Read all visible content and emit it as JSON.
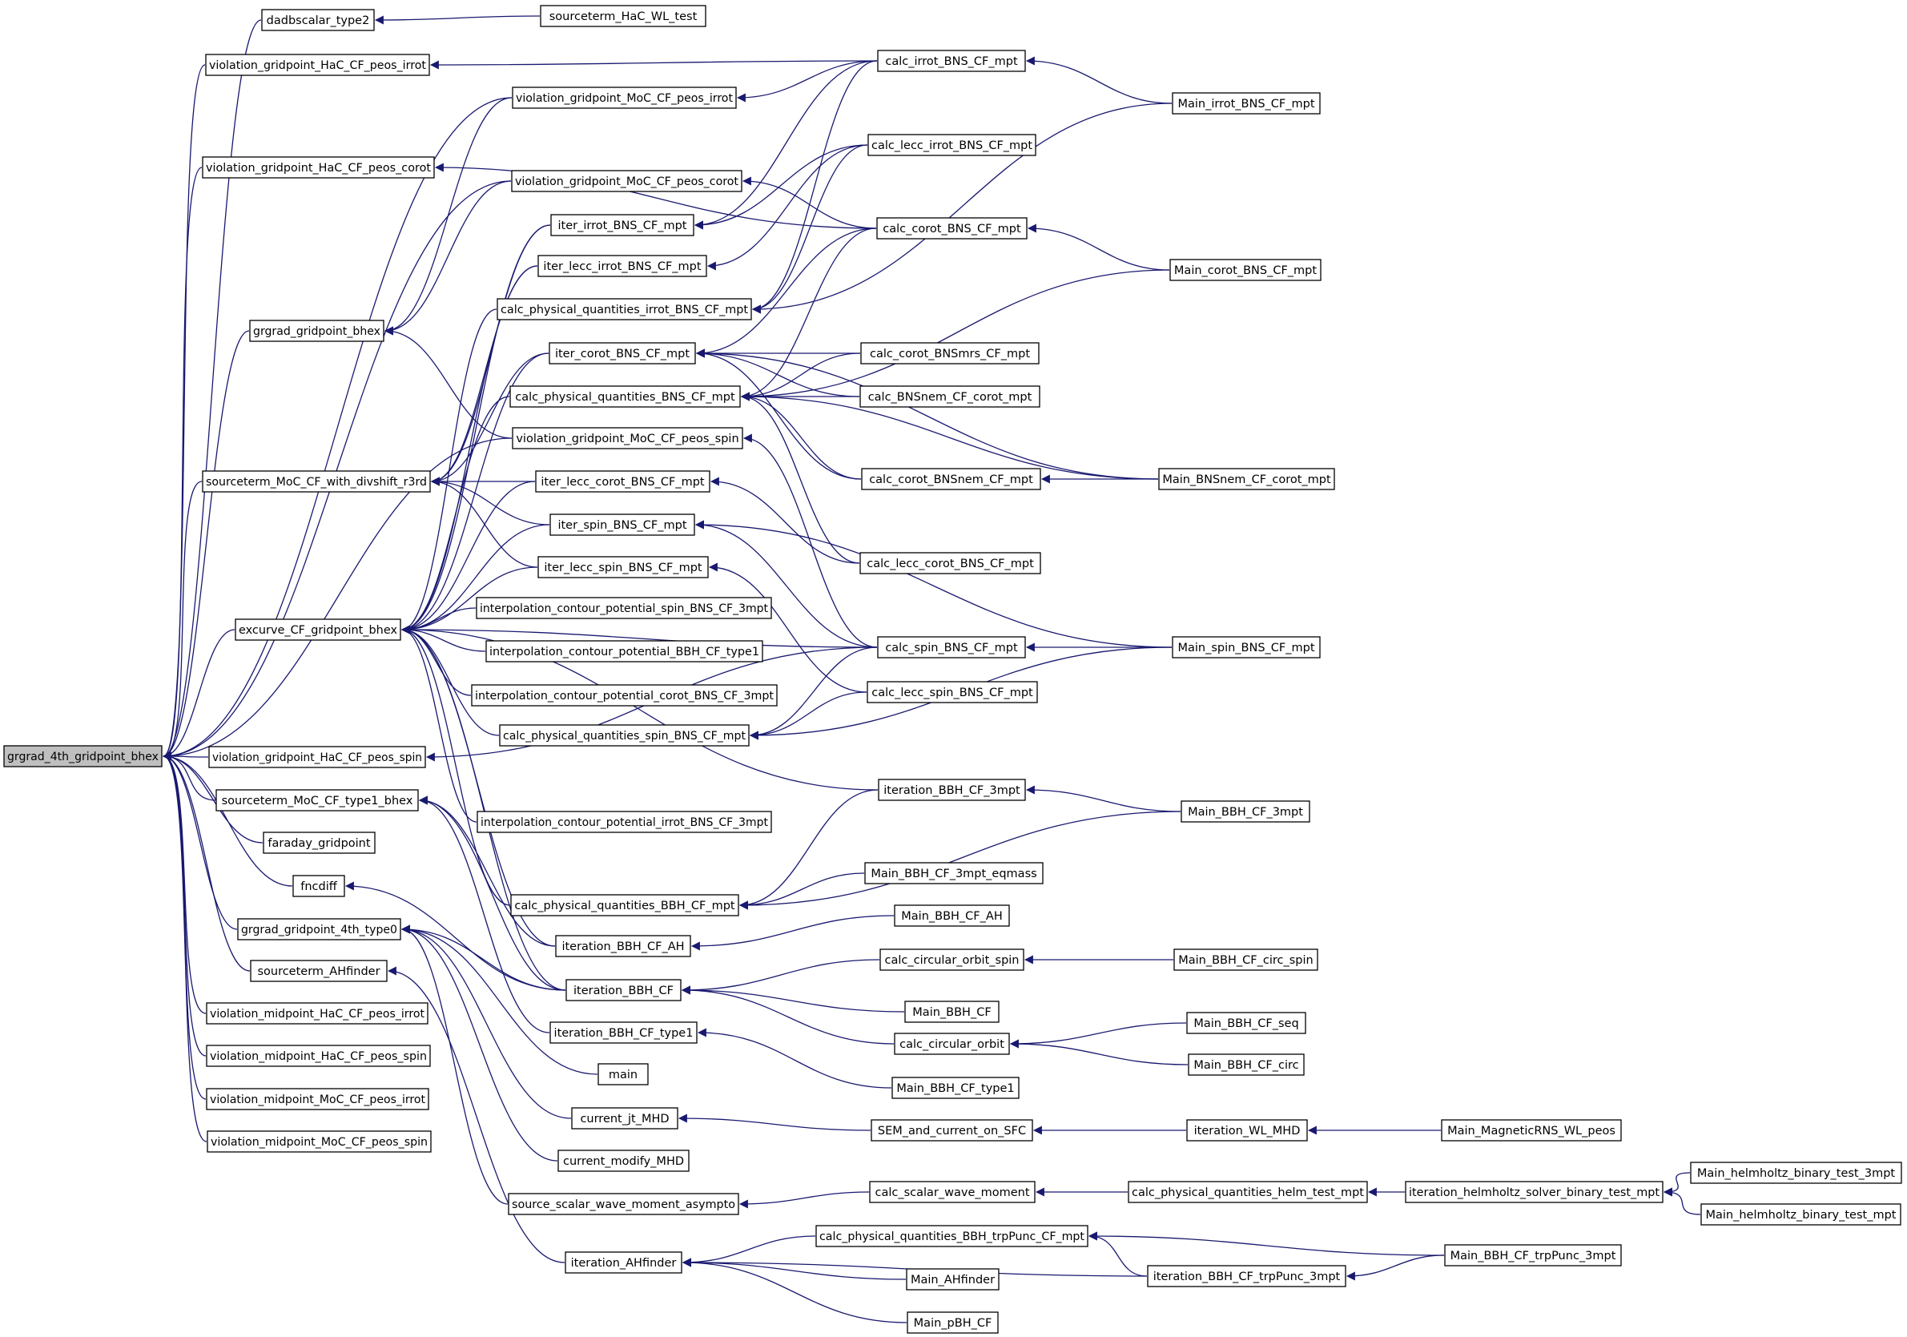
{
  "colors": {
    "edge": "#191970",
    "node_fill": "#ffffff",
    "root_fill": "#bfbfbf",
    "node_border": "#000000"
  },
  "nodes": {
    "root": "grgrad_4th_gridpoint_bhex",
    "dadbscalar_type2": "dadbscalar_type2",
    "sourceterm_HaC_WL_test": "sourceterm_HaC_WL_test",
    "vg_HaC_irrot": "violation_gridpoint_HaC_CF_peos_irrot",
    "calc_irrot_BNS_CF_mpt": "calc_irrot_BNS_CF_mpt",
    "vg_MoC_irrot": "violation_gridpoint_MoC_CF_peos_irrot",
    "Main_irrot_BNS_CF_mpt": "Main_irrot_BNS_CF_mpt",
    "calc_lecc_irrot_BNS_CF_mpt": "calc_lecc_irrot_BNS_CF_mpt",
    "vg_HaC_corot": "violation_gridpoint_HaC_CF_peos_corot",
    "vg_MoC_corot": "violation_gridpoint_MoC_CF_peos_corot",
    "iter_irrot_BNS_CF_mpt": "iter_irrot_BNS_CF_mpt",
    "calc_corot_BNS_CF_mpt": "calc_corot_BNS_CF_mpt",
    "iter_lecc_irrot_BNS_CF_mpt": "iter_lecc_irrot_BNS_CF_mpt",
    "Main_corot_BNS_CF_mpt": "Main_corot_BNS_CF_mpt",
    "cpq_irrot_BNS": "calc_physical_quantities_irrot_BNS_CF_mpt",
    "grgrad_gridpoint_bhex": "grgrad_gridpoint_bhex",
    "iter_corot_BNS_CF_mpt": "iter_corot_BNS_CF_mpt",
    "calc_corot_BNSmrs_CF_mpt": "calc_corot_BNSmrs_CF_mpt",
    "cpq_BNS": "calc_physical_quantities_BNS_CF_mpt",
    "calc_BNSnem_CF_corot_mpt": "calc_BNSnem_CF_corot_mpt",
    "vg_MoC_spin": "violation_gridpoint_MoC_CF_peos_spin",
    "sourceterm_MoC_divshift": "sourceterm_MoC_CF_with_divshift_r3rd",
    "iter_lecc_corot_BNS_CF_mpt": "iter_lecc_corot_BNS_CF_mpt",
    "calc_corot_BNSnem_CF_mpt": "calc_corot_BNSnem_CF_mpt",
    "Main_BNSnem_CF_corot_mpt": "Main_BNSnem_CF_corot_mpt",
    "iter_spin_BNS_CF_mpt": "iter_spin_BNS_CF_mpt",
    "iter_lecc_spin_BNS_CF_mpt": "iter_lecc_spin_BNS_CF_mpt",
    "calc_lecc_corot_BNS_CF_mpt": "calc_lecc_corot_BNS_CF_mpt",
    "ic_spin_BNS": "interpolation_contour_potential_spin_BNS_CF_3mpt",
    "excurve": "excurve_CF_gridpoint_bhex",
    "calc_spin_BNS_CF_mpt": "calc_spin_BNS_CF_mpt",
    "Main_spin_BNS_CF_mpt": "Main_spin_BNS_CF_mpt",
    "ic_BBH": "interpolation_contour_potential_BBH_CF_type1",
    "ic_corot_BNS": "interpolation_contour_potential_corot_BNS_CF_3mpt",
    "calc_lecc_spin_BNS_CF_mpt": "calc_lecc_spin_BNS_CF_mpt",
    "cpq_spin_BNS": "calc_physical_quantities_spin_BNS_CF_mpt",
    "vg_HaC_spin": "violation_gridpoint_HaC_CF_peos_spin",
    "iteration_BBH_CF_3mpt": "iteration_BBH_CF_3mpt",
    "sourceterm_MoC_type1": "sourceterm_MoC_CF_type1_bhex",
    "Main_BBH_CF_3mpt": "Main_BBH_CF_3mpt",
    "ic_irrot_BNS": "interpolation_contour_potential_irrot_BNS_CF_3mpt",
    "faraday_gridpoint": "faraday_gridpoint",
    "Main_BBH_CF_3mpt_eqmass": "Main_BBH_CF_3mpt_eqmass",
    "fncdiff": "fncdiff",
    "cpq_BBH": "calc_physical_quantities_BBH_CF_mpt",
    "Main_BBH_CF_AH": "Main_BBH_CF_AH",
    "grgrad_4th_type0": "grgrad_gridpoint_4th_type0",
    "iteration_BBH_CF_AH": "iteration_BBH_CF_AH",
    "calc_circular_orbit_spin": "calc_circular_orbit_spin",
    "Main_BBH_CF_circ_spin": "Main_BBH_CF_circ_spin",
    "sourceterm_AHfinder": "sourceterm_AHfinder",
    "iteration_BBH_CF": "iteration_BBH_CF",
    "Main_BBH_CF": "Main_BBH_CF",
    "vm_HaC_irrot": "violation_midpoint_HaC_CF_peos_irrot",
    "Main_BBH_CF_seq": "Main_BBH_CF_seq",
    "calc_circular_orbit": "calc_circular_orbit",
    "iteration_BBH_CF_type1": "iteration_BBH_CF_type1",
    "vm_HaC_spin": "violation_midpoint_HaC_CF_peos_spin",
    "Main_BBH_CF_circ": "Main_BBH_CF_circ",
    "main": "main",
    "Main_BBH_CF_type1": "Main_BBH_CF_type1",
    "vm_MoC_irrot": "violation_midpoint_MoC_CF_peos_irrot",
    "current_jt_MHD": "current_jt_MHD",
    "SEM_and_current_on_SFC": "SEM_and_current_on_SFC",
    "iteration_WL_MHD": "iteration_WL_MHD",
    "Main_MagneticRNS_WL_peos": "Main_MagneticRNS_WL_peos",
    "vm_MoC_spin": "violation_midpoint_MoC_CF_peos_spin",
    "current_modify_MHD": "current_modify_MHD",
    "Main_helm_3mpt": "Main_helmholtz_binary_test_3mpt",
    "calc_scalar_wave_moment": "calc_scalar_wave_moment",
    "cpq_helm": "calc_physical_quantities_helm_test_mpt",
    "iteration_helm": "iteration_helmholtz_solver_binary_test_mpt",
    "source_scalar_wave": "source_scalar_wave_moment_asympto",
    "Main_helm_mpt": "Main_helmholtz_binary_test_mpt",
    "cpq_trpPunc": "calc_physical_quantities_BBH_trpPunc_CF_mpt",
    "iteration_AHfinder": "iteration_AHfinder",
    "Main_BBH_CF_trpPunc_3mpt": "Main_BBH_CF_trpPunc_3mpt",
    "Main_AHfinder": "Main_AHfinder",
    "iteration_trpPunc": "iteration_BBH_CF_trpPunc_3mpt",
    "Main_pBH_CF": "Main_pBH_CF"
  },
  "edges": [
    [
      "root",
      "dadbscalar_type2"
    ],
    [
      "root",
      "vg_HaC_irrot"
    ],
    [
      "root",
      "vg_MoC_irrot"
    ],
    [
      "root",
      "vg_HaC_corot"
    ],
    [
      "root",
      "vg_MoC_corot"
    ],
    [
      "root",
      "grgrad_gridpoint_bhex"
    ],
    [
      "root",
      "sourceterm_MoC_divshift"
    ],
    [
      "root",
      "vg_MoC_spin"
    ],
    [
      "root",
      "excurve"
    ],
    [
      "root",
      "vg_HaC_spin"
    ],
    [
      "root",
      "sourceterm_MoC_type1"
    ],
    [
      "root",
      "faraday_gridpoint"
    ],
    [
      "root",
      "fncdiff"
    ],
    [
      "root",
      "grgrad_4th_type0"
    ],
    [
      "root",
      "sourceterm_AHfinder"
    ],
    [
      "root",
      "vm_HaC_irrot"
    ],
    [
      "root",
      "vm_HaC_spin"
    ],
    [
      "root",
      "vm_MoC_irrot"
    ],
    [
      "root",
      "vm_MoC_spin"
    ],
    [
      "dadbscalar_type2",
      "sourceterm_HaC_WL_test"
    ],
    [
      "vg_HaC_irrot",
      "calc_irrot_BNS_CF_mpt"
    ],
    [
      "vg_MoC_irrot",
      "calc_irrot_BNS_CF_mpt"
    ],
    [
      "vg_HaC_corot",
      "calc_corot_BNS_CF_mpt"
    ],
    [
      "vg_MoC_corot",
      "calc_corot_BNS_CF_mpt"
    ],
    [
      "grgrad_gridpoint_bhex",
      "vg_MoC_irrot"
    ],
    [
      "grgrad_gridpoint_bhex",
      "vg_MoC_corot"
    ],
    [
      "grgrad_gridpoint_bhex",
      "vg_MoC_spin"
    ],
    [
      "sourceterm_MoC_divshift",
      "iter_irrot_BNS_CF_mpt"
    ],
    [
      "sourceterm_MoC_divshift",
      "iter_lecc_irrot_BNS_CF_mpt"
    ],
    [
      "sourceterm_MoC_divshift",
      "iter_corot_BNS_CF_mpt"
    ],
    [
      "sourceterm_MoC_divshift",
      "iter_lecc_corot_BNS_CF_mpt"
    ],
    [
      "sourceterm_MoC_divshift",
      "iter_spin_BNS_CF_mpt"
    ],
    [
      "sourceterm_MoC_divshift",
      "iter_lecc_spin_BNS_CF_mpt"
    ],
    [
      "excurve",
      "iter_irrot_BNS_CF_mpt"
    ],
    [
      "excurve",
      "iter_lecc_irrot_BNS_CF_mpt"
    ],
    [
      "excurve",
      "cpq_irrot_BNS"
    ],
    [
      "excurve",
      "iter_corot_BNS_CF_mpt"
    ],
    [
      "excurve",
      "cpq_BNS"
    ],
    [
      "excurve",
      "iter_lecc_corot_BNS_CF_mpt"
    ],
    [
      "excurve",
      "iter_spin_BNS_CF_mpt"
    ],
    [
      "excurve",
      "iter_lecc_spin_BNS_CF_mpt"
    ],
    [
      "excurve",
      "ic_spin_BNS"
    ],
    [
      "excurve",
      "ic_BBH"
    ],
    [
      "excurve",
      "ic_corot_BNS"
    ],
    [
      "excurve",
      "cpq_spin_BNS"
    ],
    [
      "excurve",
      "iteration_BBH_CF_3mpt"
    ],
    [
      "excurve",
      "ic_irrot_BNS"
    ],
    [
      "excurve",
      "cpq_BBH"
    ],
    [
      "excurve",
      "iteration_BBH_CF_AH"
    ],
    [
      "excurve",
      "iteration_BBH_CF"
    ],
    [
      "excurve",
      "calc_spin_BNS_CF_mpt"
    ],
    [
      "vg_HaC_spin",
      "calc_spin_BNS_CF_mpt"
    ],
    [
      "vg_MoC_spin",
      "calc_spin_BNS_CF_mpt"
    ],
    [
      "sourceterm_MoC_type1",
      "iteration_BBH_CF_AH"
    ],
    [
      "sourceterm_MoC_type1",
      "iteration_BBH_CF"
    ],
    [
      "sourceterm_MoC_type1",
      "iteration_BBH_CF_type1"
    ],
    [
      "fncdiff",
      "iteration_BBH_CF"
    ],
    [
      "grgrad_4th_type0",
      "iteration_BBH_CF"
    ],
    [
      "grgrad_4th_type0",
      "main"
    ],
    [
      "grgrad_4th_type0",
      "current_jt_MHD"
    ],
    [
      "grgrad_4th_type0",
      "current_modify_MHD"
    ],
    [
      "grgrad_4th_type0",
      "source_scalar_wave"
    ],
    [
      "sourceterm_AHfinder",
      "iteration_AHfinder"
    ],
    [
      "iter_irrot_BNS_CF_mpt",
      "calc_irrot_BNS_CF_mpt"
    ],
    [
      "iter_irrot_BNS_CF_mpt",
      "calc_lecc_irrot_BNS_CF_mpt"
    ],
    [
      "iter_lecc_irrot_BNS_CF_mpt",
      "calc_lecc_irrot_BNS_CF_mpt"
    ],
    [
      "cpq_irrot_BNS",
      "calc_irrot_BNS_CF_mpt"
    ],
    [
      "cpq_irrot_BNS",
      "calc_lecc_irrot_BNS_CF_mpt"
    ],
    [
      "cpq_irrot_BNS",
      "Main_irrot_BNS_CF_mpt"
    ],
    [
      "calc_irrot_BNS_CF_mpt",
      "Main_irrot_BNS_CF_mpt"
    ],
    [
      "iter_corot_BNS_CF_mpt",
      "calc_corot_BNS_CF_mpt"
    ],
    [
      "iter_corot_BNS_CF_mpt",
      "calc_corot_BNSmrs_CF_mpt"
    ],
    [
      "iter_corot_BNS_CF_mpt",
      "calc_BNSnem_CF_corot_mpt"
    ],
    [
      "iter_corot_BNS_CF_mpt",
      "calc_corot_BNSnem_CF_mpt"
    ],
    [
      "iter_corot_BNS_CF_mpt",
      "Main_BNSnem_CF_corot_mpt"
    ],
    [
      "cpq_BNS",
      "calc_corot_BNS_CF_mpt"
    ],
    [
      "cpq_BNS",
      "calc_corot_BNSmrs_CF_mpt"
    ],
    [
      "cpq_BNS",
      "calc_BNSnem_CF_corot_mpt"
    ],
    [
      "cpq_BNS",
      "calc_corot_BNSnem_CF_mpt"
    ],
    [
      "cpq_BNS",
      "calc_lecc_corot_BNS_CF_mpt"
    ],
    [
      "cpq_BNS",
      "Main_BNSnem_CF_corot_mpt"
    ],
    [
      "cpq_BNS",
      "Main_corot_BNS_CF_mpt"
    ],
    [
      "calc_corot_BNS_CF_mpt",
      "Main_corot_BNS_CF_mpt"
    ],
    [
      "calc_corot_BNSnem_CF_mpt",
      "Main_BNSnem_CF_corot_mpt"
    ],
    [
      "iter_lecc_corot_BNS_CF_mpt",
      "calc_lecc_corot_BNS_CF_mpt"
    ],
    [
      "iter_spin_BNS_CF_mpt",
      "calc_spin_BNS_CF_mpt"
    ],
    [
      "iter_spin_BNS_CF_mpt",
      "Main_spin_BNS_CF_mpt"
    ],
    [
      "iter_lecc_spin_BNS_CF_mpt",
      "calc_lecc_spin_BNS_CF_mpt"
    ],
    [
      "cpq_spin_BNS",
      "calc_spin_BNS_CF_mpt"
    ],
    [
      "cpq_spin_BNS",
      "calc_lecc_spin_BNS_CF_mpt"
    ],
    [
      "cpq_spin_BNS",
      "Main_spin_BNS_CF_mpt"
    ],
    [
      "calc_spin_BNS_CF_mpt",
      "Main_spin_BNS_CF_mpt"
    ],
    [
      "iteration_BBH_CF_3mpt",
      "Main_BBH_CF_3mpt"
    ],
    [
      "cpq_BBH",
      "iteration_BBH_CF_3mpt"
    ],
    [
      "cpq_BBH",
      "Main_BBH_CF_3mpt_eqmass"
    ],
    [
      "cpq_BBH",
      "Main_BBH_CF_3mpt"
    ],
    [
      "iteration_BBH_CF_AH",
      "Main_BBH_CF_AH"
    ],
    [
      "iteration_BBH_CF",
      "calc_circular_orbit_spin"
    ],
    [
      "iteration_BBH_CF",
      "Main_BBH_CF"
    ],
    [
      "iteration_BBH_CF",
      "calc_circular_orbit"
    ],
    [
      "calc_circular_orbit_spin",
      "Main_BBH_CF_circ_spin"
    ],
    [
      "calc_circular_orbit",
      "Main_BBH_CF_seq"
    ],
    [
      "calc_circular_orbit",
      "Main_BBH_CF_circ"
    ],
    [
      "iteration_BBH_CF_type1",
      "Main_BBH_CF_type1"
    ],
    [
      "current_jt_MHD",
      "SEM_and_current_on_SFC"
    ],
    [
      "SEM_and_current_on_SFC",
      "iteration_WL_MHD"
    ],
    [
      "iteration_WL_MHD",
      "Main_MagneticRNS_WL_peos"
    ],
    [
      "source_scalar_wave",
      "calc_scalar_wave_moment"
    ],
    [
      "calc_scalar_wave_moment",
      "cpq_helm"
    ],
    [
      "cpq_helm",
      "iteration_helm"
    ],
    [
      "iteration_helm",
      "Main_helm_3mpt"
    ],
    [
      "iteration_helm",
      "Main_helm_mpt"
    ],
    [
      "iteration_AHfinder",
      "cpq_trpPunc"
    ],
    [
      "iteration_AHfinder",
      "Main_AHfinder"
    ],
    [
      "iteration_AHfinder",
      "iteration_trpPunc"
    ],
    [
      "iteration_AHfinder",
      "Main_pBH_CF"
    ],
    [
      "cpq_trpPunc",
      "Main_BBH_CF_trpPunc_3mpt"
    ],
    [
      "cpq_trpPunc",
      "iteration_trpPunc"
    ],
    [
      "iteration_trpPunc",
      "Main_BBH_CF_trpPunc_3mpt"
    ]
  ]
}
